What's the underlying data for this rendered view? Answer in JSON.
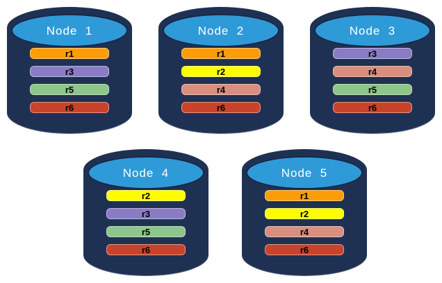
{
  "colors": {
    "cylinder_body": "#1F3153",
    "cylinder_top": "#2F9AD8",
    "title_text": "#FFFFFF",
    "bar_text": "#000000",
    "replicas": {
      "r1": "#FB9D09",
      "r2": "#FEFE00",
      "r3": "#8A7CC4",
      "r4": "#D98E80",
      "r5": "#8DC58B",
      "r6": "#C9432A"
    }
  },
  "nodes": [
    {
      "title": "Node  1",
      "replicas": [
        "r1",
        "r3",
        "r5",
        "r6"
      ]
    },
    {
      "title": "Node  2",
      "replicas": [
        "r1",
        "r2",
        "r4",
        "r6"
      ]
    },
    {
      "title": "Node  3",
      "replicas": [
        "r3",
        "r4",
        "r5",
        "r6"
      ]
    },
    {
      "title": "Node  4",
      "replicas": [
        "r2",
        "r3",
        "r5",
        "r6"
      ]
    },
    {
      "title": "Node  5",
      "replicas": [
        "r1",
        "r2",
        "r4",
        "r6"
      ]
    }
  ]
}
